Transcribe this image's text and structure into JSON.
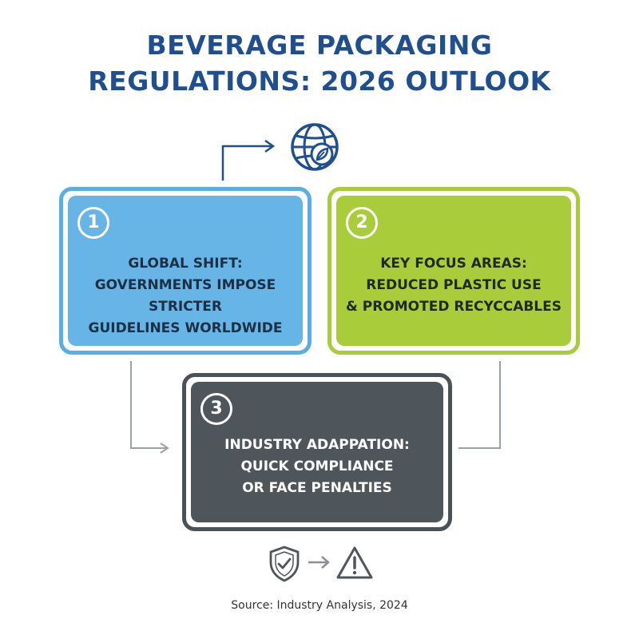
{
  "title": {
    "line1": "BEVERAGE PACKAGING",
    "line2": "REGULATIONS: 2026 OUTLOOK"
  },
  "icons": {
    "top": "globe-leaf-icon",
    "bottom_left": "shield-check-icon",
    "bottom_arrow": "arrow-right-icon",
    "bottom_right": "warning-triangle-icon"
  },
  "cards": [
    {
      "number": "1",
      "lines": [
        "GLOBAL SHIFT:",
        "GOVERNMENTS IMPOSE STRICTER",
        "GUIDELINES WORLDWIDE"
      ],
      "color": "#66b5e6"
    },
    {
      "number": "2",
      "lines": [
        "KEY FOCUS AREAS:",
        "REDUCED PLASTIC USE",
        "& PROMOTED RECYCCABLES"
      ],
      "color": "#a9cd3a"
    },
    {
      "number": "3",
      "lines": [
        "INDUSTRY ADAPPATION:",
        "QUICK COMPLIANCE",
        "OR FACE PENALTIES"
      ],
      "color": "#4e565c"
    }
  ],
  "colors": {
    "title": "#1f4f8f",
    "connector_top": "#1f4f8f",
    "connector_gray": "#9aa0a4"
  },
  "source": "Source: Industry Analysis, 2024"
}
